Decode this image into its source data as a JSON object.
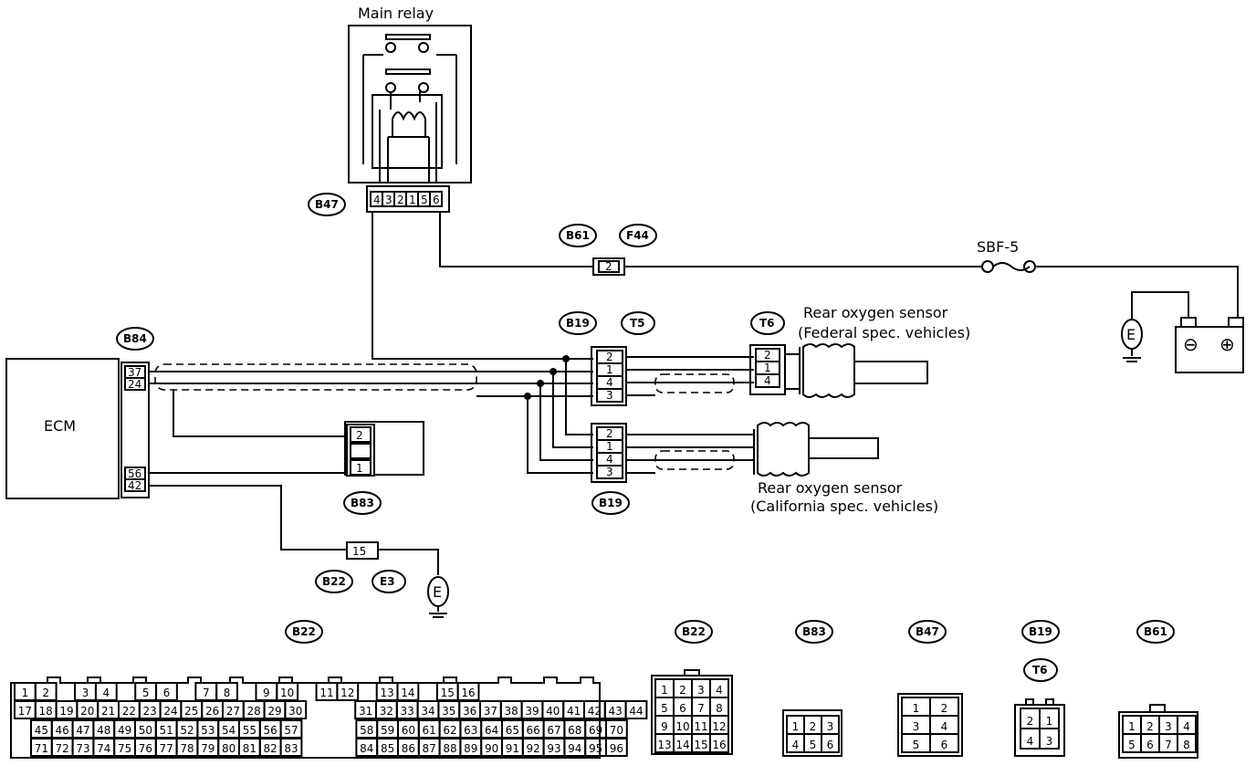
{
  "labels": {
    "main_relay": "Main relay",
    "ecm": "ECM",
    "sbf": "SBF-5",
    "rear_o2_federal_1": "Rear oxygen sensor",
    "rear_o2_federal_2": "(Federal spec. vehicles)",
    "rear_o2_california_1": "Rear oxygen sensor",
    "rear_o2_california_2": "(California spec. vehicles)",
    "ground": "E",
    "battery_minus": "⊖",
    "battery_plus": "⊕"
  },
  "tags": {
    "b47": "B47",
    "b61": "B61",
    "f44": "F44",
    "b84": "B84",
    "b19": "B19",
    "t5": "T5",
    "t6": "T6",
    "b83": "B83",
    "b22": "B22",
    "e3": "E3"
  },
  "pins": {
    "relay": [
      "4",
      "3",
      "2",
      "1",
      "5",
      "6"
    ],
    "b61": "2",
    "ecm_a": "37",
    "ecm_b": "24",
    "ecm_c": "56",
    "ecm_d": "42",
    "t5": [
      "2",
      "1",
      "4",
      "3"
    ],
    "t6": [
      "2",
      "1",
      "4"
    ],
    "b19": [
      "2",
      "1",
      "4",
      "3"
    ],
    "b83": [
      "2",
      "1"
    ],
    "b22": "15"
  },
  "legend_tags": {
    "b22_big": "B22",
    "b22_small": "B22",
    "b83": "B83",
    "b47": "B47",
    "b19": "B19",
    "t6": "T6",
    "b61": "B61"
  },
  "connectors": {
    "b22_small": [
      "1",
      "2",
      "3",
      "4",
      "5",
      "6",
      "7",
      "8",
      "9",
      "10",
      "11",
      "12",
      "13",
      "14",
      "15",
      "16"
    ],
    "b83": [
      "1",
      "2",
      "3",
      "4",
      "5",
      "6"
    ],
    "b47": [
      "1",
      "2",
      "3",
      "4",
      "5",
      "6"
    ],
    "b19_t6": [
      "2",
      "1",
      "4",
      "3"
    ],
    "b61": [
      "1",
      "2",
      "3",
      "4",
      "5",
      "6",
      "7",
      "8"
    ],
    "b22_big_row1": [
      "1",
      "2",
      "",
      "3",
      "4",
      "",
      "5",
      "6",
      "",
      "7",
      "8",
      "",
      "9",
      "10",
      "",
      "11",
      "12",
      "",
      "13",
      "14",
      "",
      "15",
      "16"
    ],
    "b22_big_row2": [
      "17",
      "18",
      "19",
      "20",
      "21",
      "22",
      "23",
      "24",
      "25",
      "26",
      "27",
      "28",
      "29",
      "30",
      "31",
      "32",
      "33",
      "34",
      "35",
      "36",
      "37",
      "38",
      "39",
      "40",
      "41",
      "42",
      "43",
      "44"
    ],
    "b22_big_row3": [
      "45",
      "46",
      "47",
      "48",
      "49",
      "50",
      "51",
      "52",
      "53",
      "54",
      "55",
      "56",
      "57",
      "58",
      "59",
      "60",
      "61",
      "62",
      "63",
      "64",
      "65",
      "66",
      "67",
      "68",
      "69",
      "70"
    ],
    "b22_big_row4": [
      "71",
      "72",
      "73",
      "74",
      "75",
      "76",
      "77",
      "78",
      "79",
      "80",
      "81",
      "82",
      "83",
      "84",
      "85",
      "86",
      "87",
      "88",
      "89",
      "90",
      "91",
      "92",
      "93",
      "94",
      "95",
      "96"
    ]
  }
}
